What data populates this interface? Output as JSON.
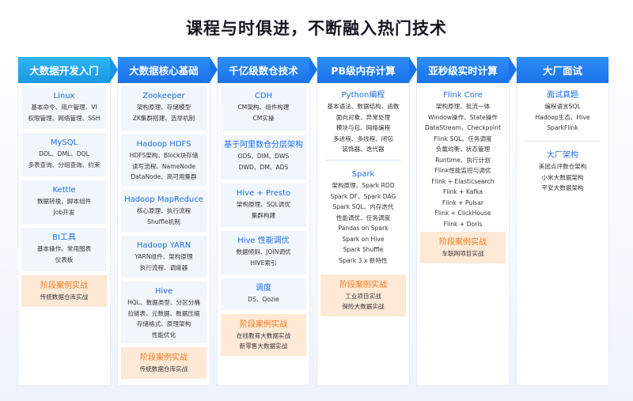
{
  "page": {
    "title": "课程与时俱进，不断融入热门技术"
  },
  "columns": [
    {
      "header": "大数据开发入门",
      "blocks": [
        {
          "title": "Linux",
          "lines": [
            "基本命令、用户管理、VI",
            "权限管理、网络管理、SSH"
          ]
        },
        {
          "title": "MySQL",
          "lines": [
            "DDL、DML、DQL",
            "多表查询、分组查询、约束"
          ]
        },
        {
          "title": "Kettle",
          "lines": [
            "数据转换、脚本组件",
            "Job开发"
          ]
        },
        {
          "title": "BI工具",
          "lines": [
            "基本操作、常用图表",
            "仪表板"
          ]
        }
      ],
      "case": {
        "title": "阶段案例实战",
        "lines": [
          "传统数据仓库实战"
        ]
      }
    },
    {
      "header": "大数据核心基础",
      "blocks": [
        {
          "title": "Zookeeper",
          "lines": [
            "架构原理、存储模型",
            "ZK集群搭建、选举机制"
          ]
        },
        {
          "title": "Hadoop HDFS",
          "lines": [
            "HDFS架构、Block块存储",
            "读写流程、NameNode",
            "DataNode、高可用集群"
          ]
        },
        {
          "title": "Hadoop MapReduce",
          "lines": [
            "核心原理、执行流程",
            "Shuffle机制"
          ]
        },
        {
          "title": "Hadoop YARN",
          "lines": [
            "YARN组件、架构原理",
            "执行流程、调度器"
          ]
        },
        {
          "title": "Hive",
          "lines": [
            "HQL、数据类型、分区分桶",
            "拉链表、元数据、数据压缩",
            "存储格式、原理架构",
            "性能优化"
          ]
        }
      ],
      "case": {
        "title": "阶段案例实战",
        "lines": [
          "传统数据仓库实战"
        ]
      }
    },
    {
      "header": "千亿级数仓技术",
      "blocks": [
        {
          "title": "CDH",
          "lines": [
            "CM架构、组件构建",
            "CM实操"
          ]
        },
        {
          "title": "基于阿里数仓分层架构",
          "lines": [
            "ODS、DIM、DWS",
            "DWD、DM、ADS"
          ]
        },
        {
          "title": "Hive + Presto",
          "lines": [
            "架构原理、SQL调优",
            "集群构建"
          ]
        },
        {
          "title": "Hive 性能调优",
          "lines": [
            "数据倾斜、JOIN调优",
            "HIVE索引"
          ]
        },
        {
          "title": "调度",
          "lines": [
            "DS、Oozie"
          ]
        }
      ],
      "case": {
        "title": "阶段案例实战",
        "lines": [
          "在线教育大数据实战",
          "新零售大数据实战"
        ]
      }
    },
    {
      "header": "PB级内存计算",
      "blocks": [
        {
          "title": "Python编程",
          "lines": [
            "基本语法、数据结构、函数",
            "面向对象、异常处理",
            "模块与包、网络编程",
            "多进程、多线程、闭包",
            "装饰器、迭代器"
          ]
        },
        {
          "title": "Spark",
          "lines": [
            "架构原理、Spark RDD",
            "Spark DF、Spark DAG",
            "Spark SQL、内存迭代",
            "性能调优、任务调度",
            "Pandas on Spark",
            "Spark on Hive",
            "Spark Shuffle",
            "Spark 3.x 新特性"
          ]
        }
      ],
      "case": {
        "title": "阶段案例实战",
        "lines": [
          "工业项目实战",
          "保险大数据实战"
        ]
      }
    },
    {
      "header": "亚秒级实时计算",
      "blocks": [
        {
          "title": "Flink Core",
          "lines": [
            "架构原理、批流一体",
            "Window操作、State操作",
            "DataStream、Checkpoint",
            "Flink SQL、任务调度",
            "负载均衡、状态管理",
            "Runtime、执行计划",
            "Flink性能监控与调优",
            "Flink + Elasticsearch",
            "Flink + Kafka",
            "Flink + Pulsar",
            "Flink + ClickHouse",
            "Flink + Doris"
          ]
        }
      ],
      "case": {
        "title": "阶段案例实战",
        "lines": [
          "车联网项目实战"
        ]
      }
    },
    {
      "header": "大厂面试",
      "blocks": [
        {
          "title": "面试真题",
          "lines": [
            "编程语言SQL",
            "Hadoop生态、Hive",
            "SparkFlink"
          ]
        },
        {
          "title": "大厂架构",
          "lines": [
            "美团点评数仓架构",
            "小米大数据架构",
            "平安大数据架构"
          ]
        }
      ]
    }
  ]
}
